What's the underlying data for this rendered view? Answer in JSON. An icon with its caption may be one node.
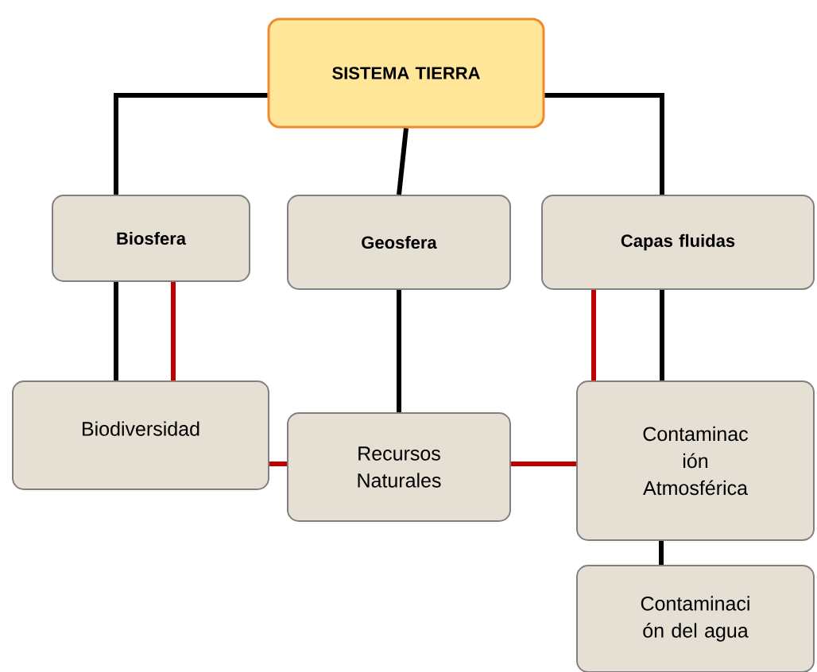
{
  "diagram": {
    "nodes": [
      {
        "text": [
          "SISTEMA TIERRA"
        ]
      },
      {
        "text": [
          "Biosfera"
        ]
      },
      {
        "text": [
          "Geosfera"
        ]
      },
      {
        "text": [
          "Capas fluidas"
        ]
      },
      {
        "text": [
          "Biodiversidad"
        ]
      },
      {
        "text": [
          "Recursos Naturales"
        ]
      },
      {
        "text": [
          "Contaminac ión Atmosférica"
        ]
      },
      {
        "text": [
          "Contaminaci ón del agua"
        ]
      }
    ],
    "edges": [
      {
        "from": 0,
        "to": 1,
        "arrow": "none"
      },
      {
        "from": 0,
        "to": 2,
        "arrow": "none"
      },
      {
        "from": 0,
        "to": 3,
        "arrow": "none"
      },
      {
        "from": 1,
        "to": 4,
        "arrow": "none"
      },
      {
        "from": 1,
        "to": 4,
        "arrow": "none",
        "color": "#c00000"
      },
      {
        "from": 2,
        "to": 5,
        "arrow": "none"
      },
      {
        "from": 3,
        "to": 6,
        "arrow": "none",
        "color": "#c00000"
      },
      {
        "from": 3,
        "to": 6,
        "arrow": "none"
      },
      {
        "from": 4,
        "to": 5,
        "arrow": "none",
        "color": "#c00000"
      },
      {
        "from": 5,
        "to": 6,
        "arrow": "none",
        "color": "#c00000"
      },
      {
        "from": 6,
        "to": 7,
        "arrow": "none"
      }
    ]
  }
}
